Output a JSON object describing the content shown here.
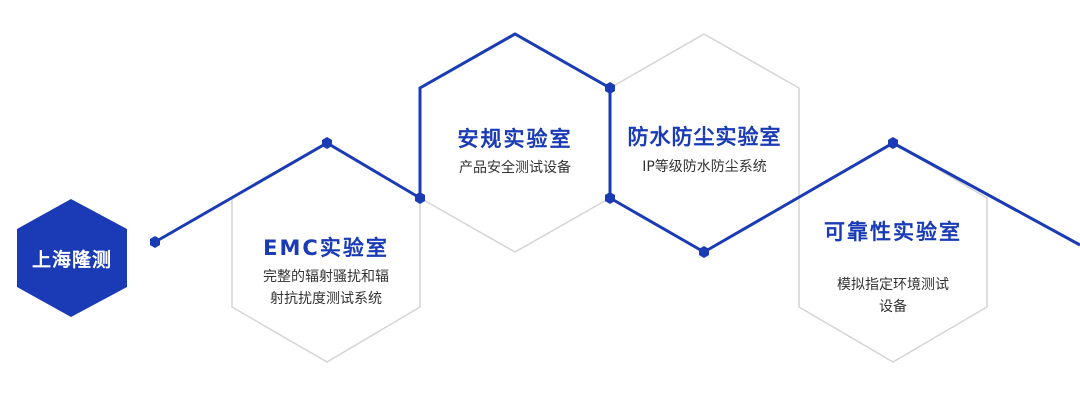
{
  "brand": {
    "name": "上海隆测",
    "color": "#1a3bb5"
  },
  "colors": {
    "primary": "#1a3bb5",
    "hex_outline": "#d4d4d4",
    "title": "#1a3bb5",
    "description": "#333333",
    "brand_text": "#ffffff"
  },
  "labs": [
    {
      "title": "EMC实验室",
      "description_lines": [
        "完整的辐射骚扰和辐",
        "射抗扰度测试系统"
      ]
    },
    {
      "title": "安规实验室",
      "description_lines": [
        "产品安全测试设备"
      ]
    },
    {
      "title": "防水防尘实验室",
      "description_lines": [
        "IP等级防水防尘系统"
      ]
    },
    {
      "title": "可靠性实验室",
      "description_lines": [
        "模拟指定环境测试",
        "设备"
      ]
    }
  ]
}
